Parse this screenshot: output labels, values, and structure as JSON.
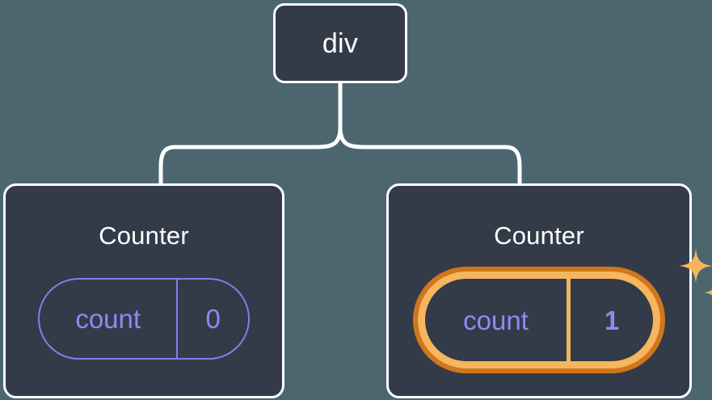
{
  "diagram": {
    "type": "component-tree",
    "background_color": "#4c6670",
    "node_fill_color": "#333b49",
    "node_border_color": "#ffffff",
    "state_color": "#7c7ff0",
    "highlight_outer_color": "#d1761a",
    "highlight_inner_color": "#f7b55e",
    "sparkle_color": "#f7b55e"
  },
  "root": {
    "label": "div"
  },
  "children": [
    {
      "title": "Counter",
      "state": {
        "key": "count",
        "value": "0"
      },
      "highlighted": false
    },
    {
      "title": "Counter",
      "state": {
        "key": "count",
        "value": "1"
      },
      "highlighted": true
    }
  ]
}
